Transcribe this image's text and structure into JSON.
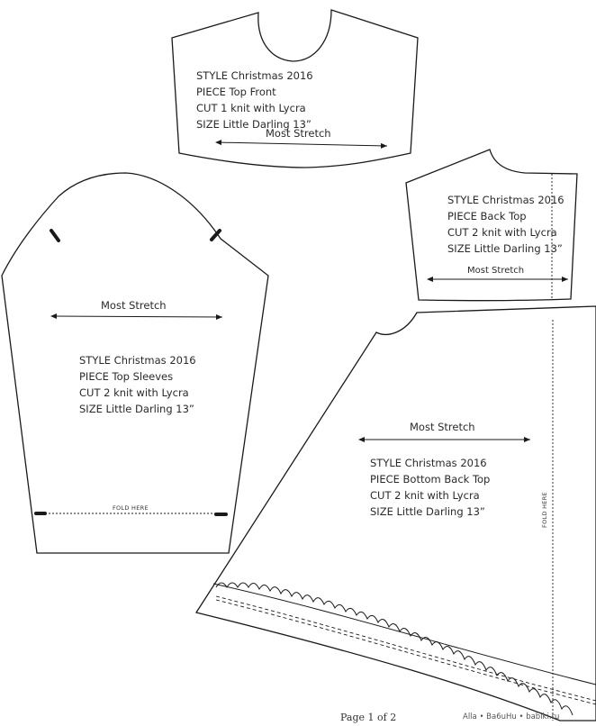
{
  "pieces": {
    "top_front": {
      "style": "STYLE Christmas 2016",
      "piece": "PIECE Top Front",
      "cut": "CUT 1 knit with Lycra",
      "size": "SIZE Little Darling 13”",
      "stretch": "Most Stretch"
    },
    "back_top": {
      "style": "STYLE Christmas 2016",
      "piece": "PIECE Back Top",
      "cut": "CUT 2 knit with Lycra",
      "size": "SIZE Little Darling 13”",
      "stretch": "Most Stretch"
    },
    "top_sleeves": {
      "style": "STYLE Christmas 2016",
      "piece": "PIECE Top Sleeves",
      "cut": "CUT 2 knit with Lycra",
      "size": "SIZE Little Darling 13”",
      "stretch": "Most Stretch",
      "fold": "FOLD HERE"
    },
    "bottom_back_top": {
      "style": "STYLE Christmas 2016",
      "piece": "PIECE Bottom Back Top",
      "cut": "CUT 2 knit with Lycra",
      "size": "SIZE Little Darling 13”",
      "stretch": "Most Stretch",
      "fold": "FOLD HERE"
    }
  },
  "footer": {
    "page": "Page 1 of 2",
    "watermark": "Alla • Ba6uHu • babiki.ru"
  },
  "colors": {
    "stroke": "#1a1a1a",
    "paper": "#ffffff"
  }
}
